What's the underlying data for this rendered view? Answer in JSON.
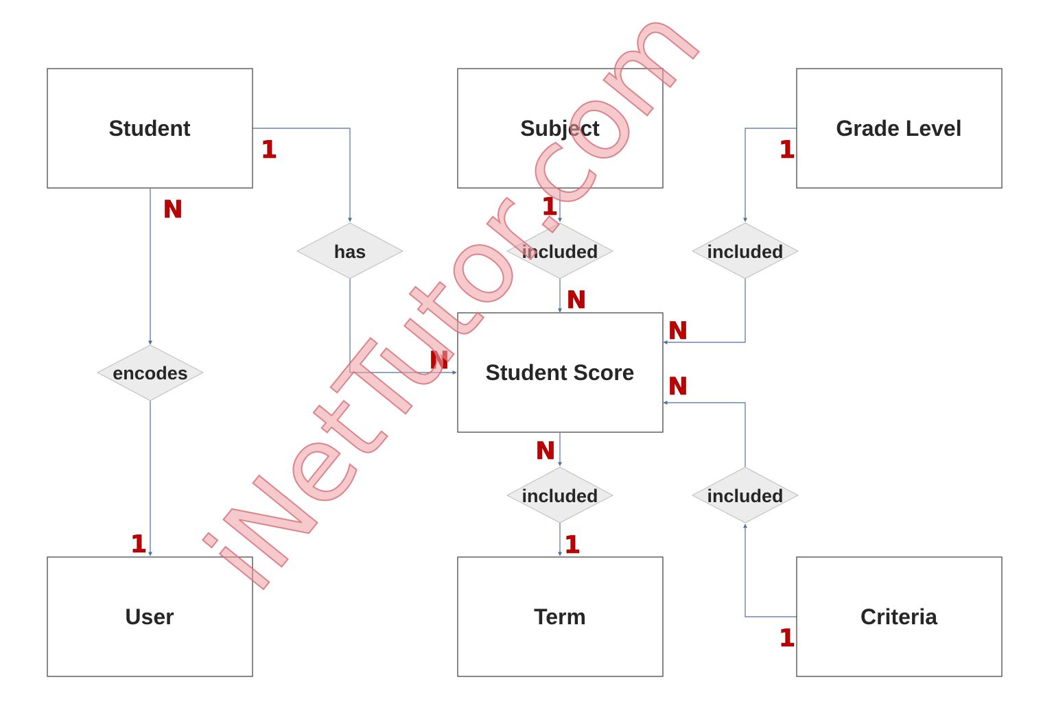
{
  "entities": {
    "student": "Student",
    "subject": "Subject",
    "grade_level": "Grade Level",
    "student_score": "Student Score",
    "user": "User",
    "term": "Term",
    "criteria": "Criteria"
  },
  "relationships": {
    "student_user": "encodes",
    "student_score": "has",
    "subject_score": "included",
    "grade_score": "included",
    "score_term": "included",
    "criteria_score": "included"
  },
  "cardinalities": {
    "student_has": "1",
    "student_encodes": "N",
    "user_encodes": "1",
    "score_has": "N",
    "subject_included": "1",
    "score_subject": "N",
    "grade_included": "1",
    "score_grade": "N",
    "score_criteria": "N",
    "score_term": "N",
    "term_included": "1",
    "criteria_included": "1"
  },
  "watermark": "iNetTutor.com",
  "colors": {
    "cardinality": "#c00000",
    "connector": "#4f6f9f",
    "relationship_fill": "#ececec",
    "watermark": "#ef9fa3"
  }
}
